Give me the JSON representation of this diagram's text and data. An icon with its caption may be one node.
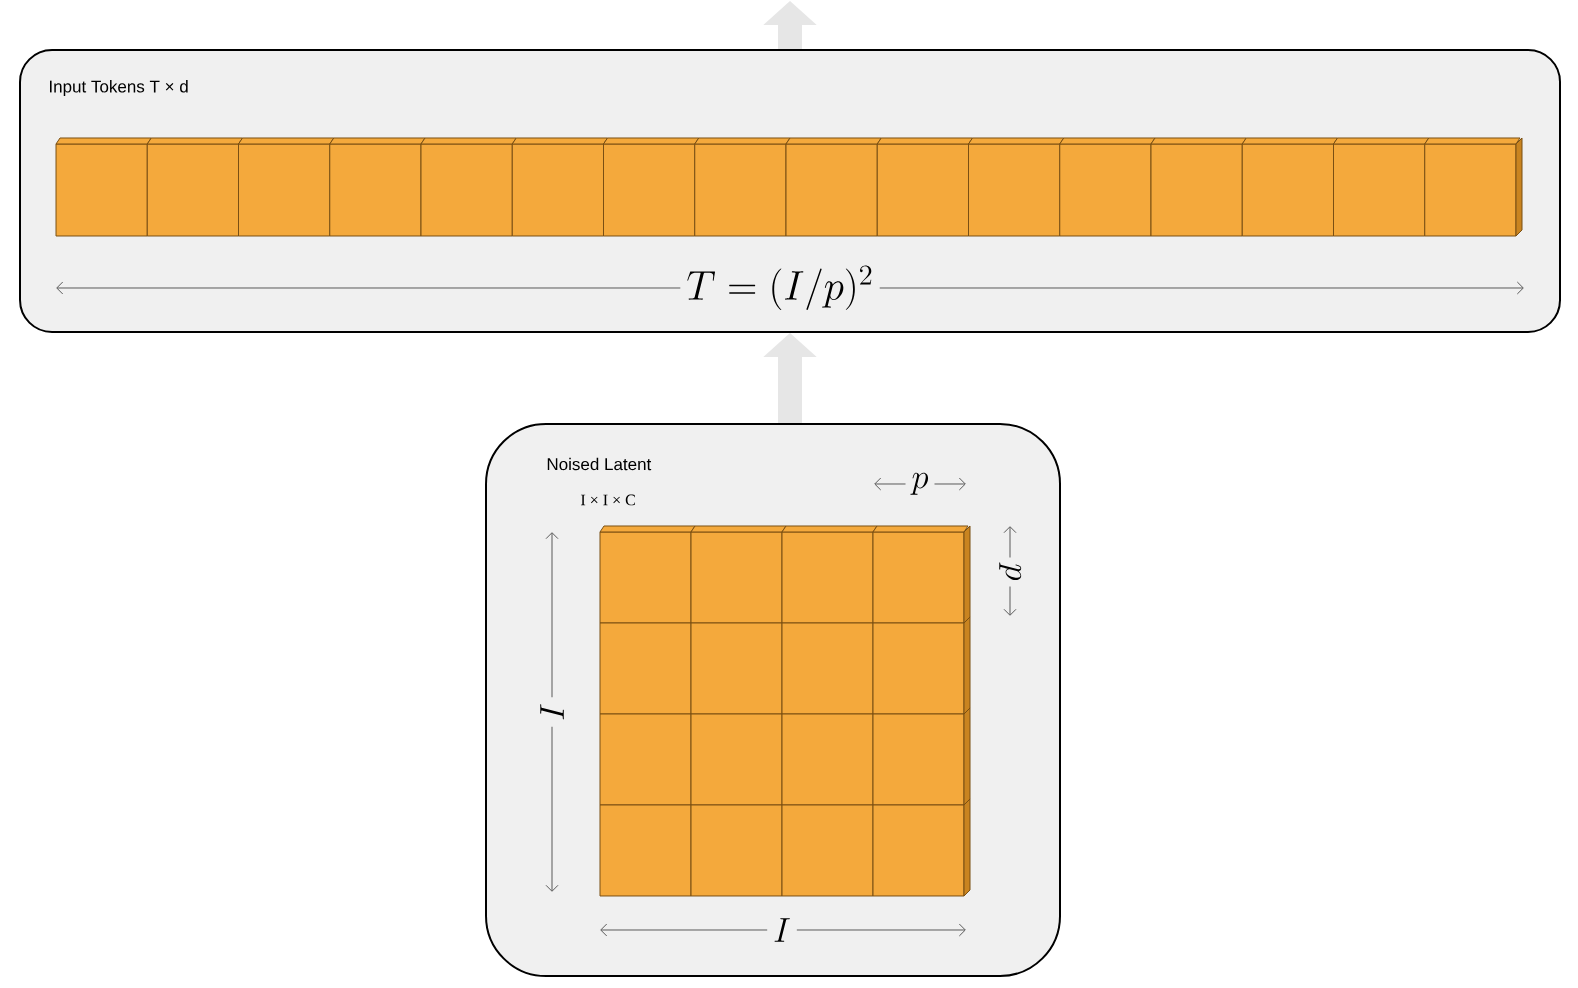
{
  "diagram": {
    "nodes": [
      {
        "text": [
          "Input Tokens T × d"
        ]
      },
      {
        "text": [
          "Noised Latent",
          "I × I × C"
        ]
      }
    ],
    "edges": [
      {
        "from": 1,
        "to": 0,
        "arrow": "to"
      },
      {
        "from": 0,
        "to": null,
        "arrow": "to"
      }
    ],
    "labels": [
      "T = (I/p)^2",
      "p",
      "p",
      "I",
      "I"
    ]
  }
}
